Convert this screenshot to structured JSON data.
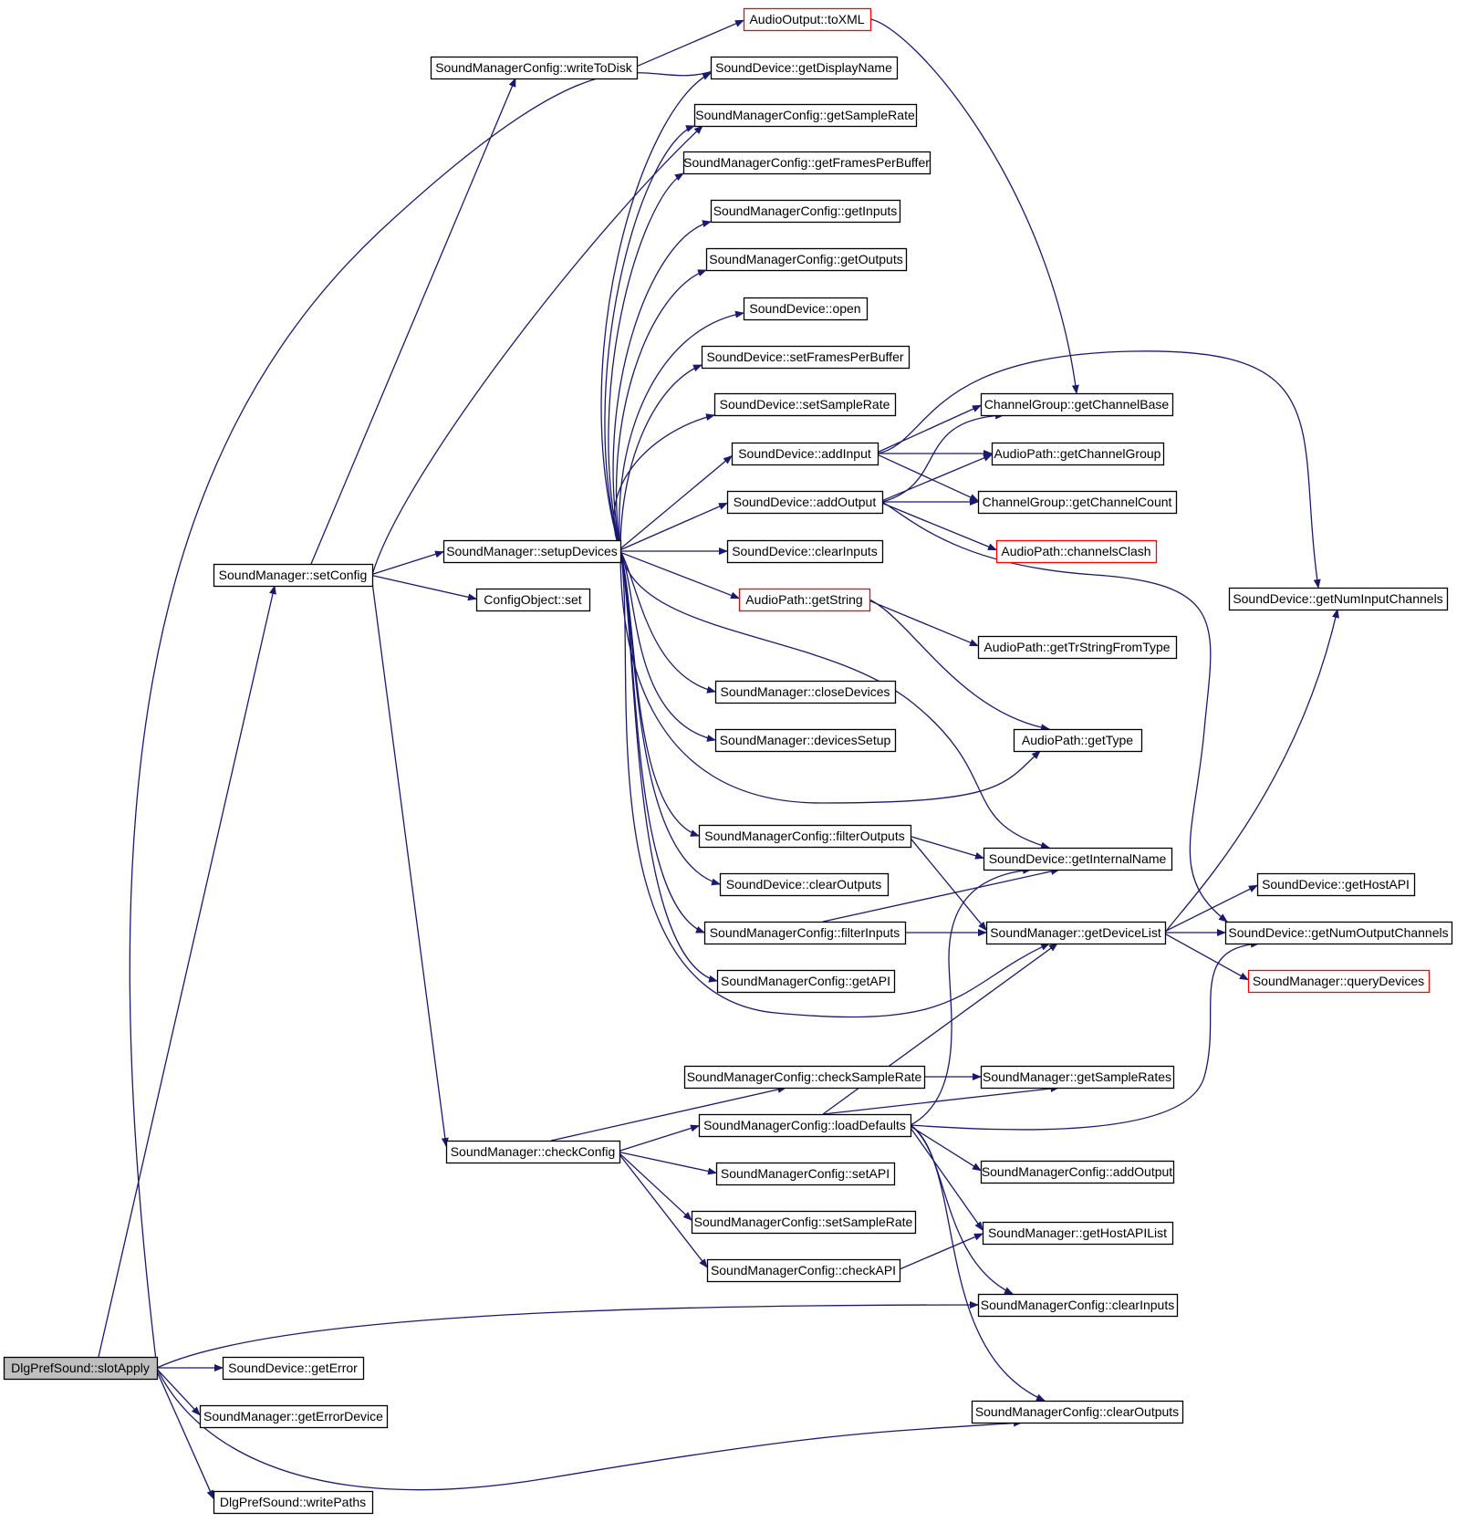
{
  "nodes": {
    "slotApply": "DlgPrefSound::slotApply",
    "setConfig": "SoundManager::setConfig",
    "writeToDisk": "SoundManagerConfig::writeToDisk",
    "toXML": "AudioOutput::toXML",
    "getDisplayName": "SoundDevice::getDisplayName",
    "getSampleRate": "SoundManagerConfig::getSampleRate",
    "getFramesPerBuffer": "SoundManagerConfig::getFramesPerBuffer",
    "getInputs": "SoundManagerConfig::getInputs",
    "getOutputs": "SoundManagerConfig::getOutputs",
    "open": "SoundDevice::open",
    "setFramesPerBuffer": "SoundDevice::setFramesPerBuffer",
    "sdSetSampleRate": "SoundDevice::setSampleRate",
    "addInput": "SoundDevice::addInput",
    "addOutput": "SoundDevice::addOutput",
    "setupDevices": "SoundManager::setupDevices",
    "clearInputsSD": "SoundDevice::clearInputs",
    "configSet": "ConfigObject::set",
    "getString": "AudioPath::getString",
    "getChannelBase": "ChannelGroup::getChannelBase",
    "getChannelGroup": "AudioPath::getChannelGroup",
    "getChannelCount": "ChannelGroup::getChannelCount",
    "channelsClash": "AudioPath::channelsClash",
    "getNumInputChannels": "SoundDevice::getNumInputChannels",
    "getTrString": "AudioPath::getTrStringFromType",
    "closeDevices": "SoundManager::closeDevices",
    "devicesSetup": "SoundManager::devicesSetup",
    "getType": "AudioPath::getType",
    "filterOutputs": "SoundManagerConfig::filterOutputs",
    "getInternalName": "SoundDevice::getInternalName",
    "clearOutputsSD": "SoundDevice::clearOutputs",
    "filterInputs": "SoundManagerConfig::filterInputs",
    "getDeviceList": "SoundManager::getDeviceList",
    "getHostAPI": "SoundDevice::getHostAPI",
    "getNumOutputChannels": "SoundDevice::getNumOutputChannels",
    "getAPI": "SoundManagerConfig::getAPI",
    "queryDevices": "SoundManager::queryDevices",
    "checkSampleRate": "SoundManagerConfig::checkSampleRate",
    "getSampleRates": "SoundManager::getSampleRates",
    "loadDefaults": "SoundManagerConfig::loadDefaults",
    "checkConfig": "SoundManager::checkConfig",
    "addOutputCfg": "SoundManagerConfig::addOutput",
    "setAPI": "SoundManagerConfig::setAPI",
    "setSampleRateCfg": "SoundManagerConfig::setSampleRate",
    "getHostAPIList": "SoundManager::getHostAPIList",
    "checkAPI": "SoundManagerConfig::checkAPI",
    "clearInputsCfg": "SoundManagerConfig::clearInputs",
    "getError": "SoundDevice::getError",
    "getErrorDevice": "SoundManager::getErrorDevice",
    "clearOutputsCfg": "SoundManagerConfig::clearOutputs",
    "writePaths": "DlgPrefSound::writePaths"
  },
  "colors": {
    "edge": "#191970",
    "node_border": "#000000",
    "highlight_border": "#ff0000",
    "root_fill": "#bfbfbf",
    "node_fill": "#ffffff"
  }
}
